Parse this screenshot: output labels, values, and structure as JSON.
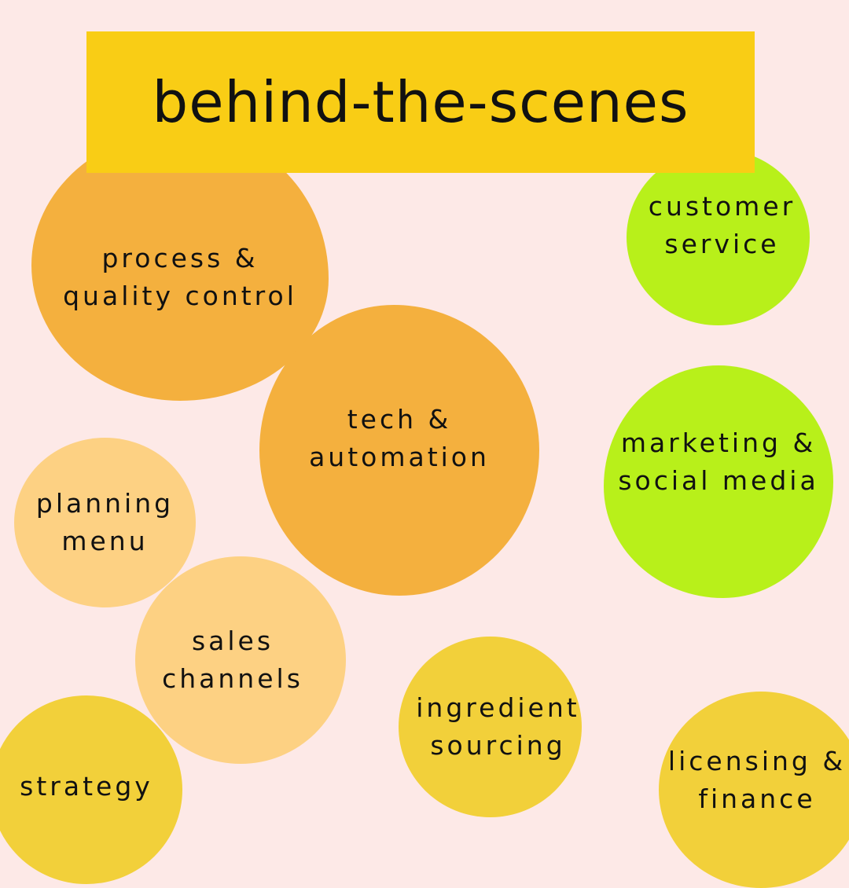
{
  "title": "behind-the-scenes",
  "colors": {
    "background": "#fde9e7",
    "banner": "#f9cd15",
    "orange": "#f4b03e",
    "light_orange": "#fdd183",
    "lime": "#b8f01a",
    "yellow": "#f2d03a"
  },
  "topics": [
    {
      "label": "process &\nquality control"
    },
    {
      "label": "tech &\nautomation"
    },
    {
      "label": "customer\nservice"
    },
    {
      "label": "marketing &\nsocial media"
    },
    {
      "label": "planning\nmenu"
    },
    {
      "label": "sales\nchannels"
    },
    {
      "label": "ingredient\nsourcing"
    },
    {
      "label": "strategy"
    },
    {
      "label": "licensing &\nfinance"
    }
  ]
}
